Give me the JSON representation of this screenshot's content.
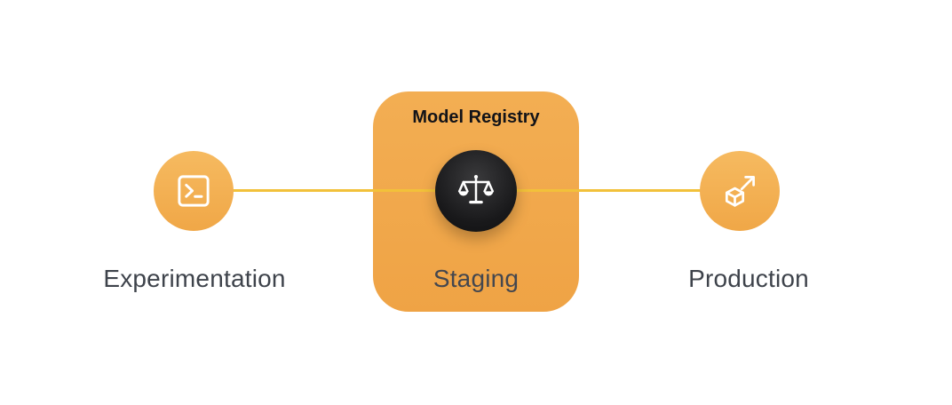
{
  "diagram": {
    "nodes": {
      "experimentation": {
        "label": "Experimentation",
        "icon": "terminal-icon"
      },
      "model_registry": {
        "title": "Model Registry",
        "stage": "Staging",
        "icon": "scales-icon"
      },
      "production": {
        "label": "Production",
        "icon": "cube-arrow-icon"
      }
    },
    "colors": {
      "node_circle": "#f3b156",
      "registry_card": "#f0a84c",
      "registry_badge_circle": "#1b1b1d",
      "connector": "#f2c13a",
      "label_text": "#3e434b",
      "registry_title_text": "#121318",
      "icon_stroke": "#ffffff"
    }
  }
}
